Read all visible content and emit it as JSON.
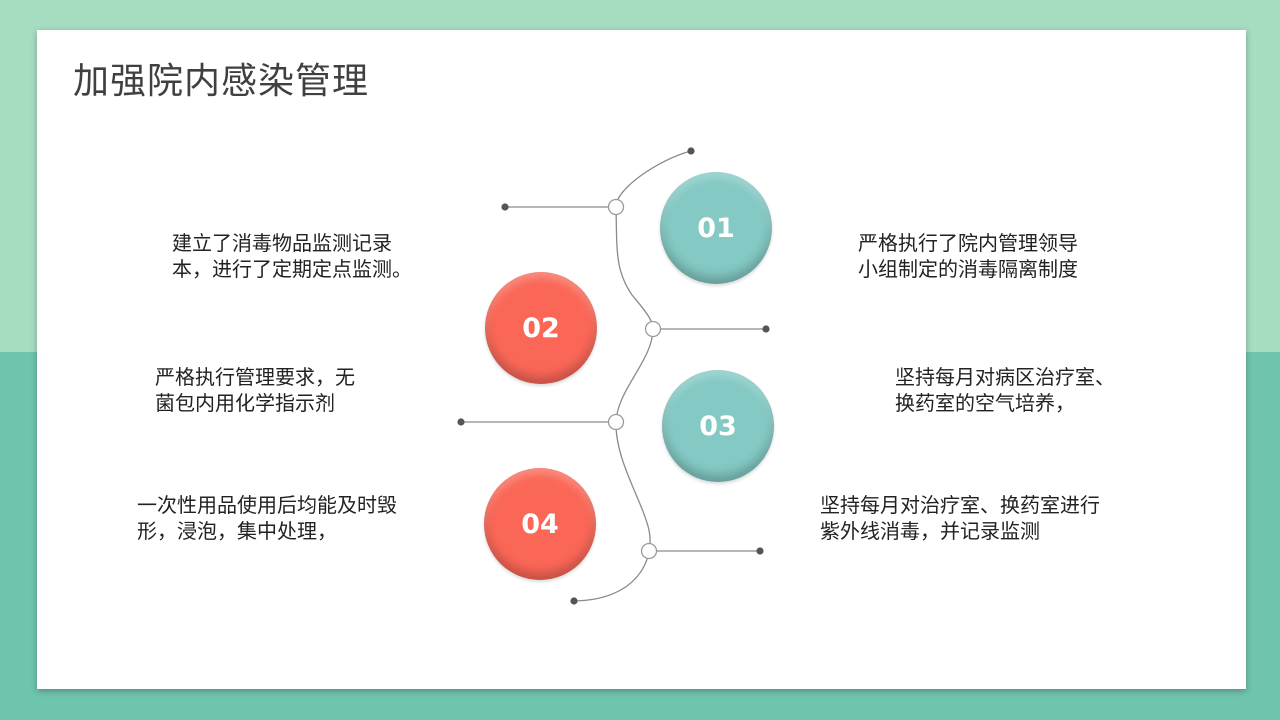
{
  "slide": {
    "title": "加强院内感染管理"
  },
  "colors": {
    "teal": "#84c9c4",
    "coral": "#fa6757",
    "top_band": "#a6dcc0",
    "bottom_band": "#6fc4ad",
    "line": "#7a7a7a"
  },
  "items": [
    {
      "number": "01",
      "color": "#84c9c4",
      "text_lines": [
        "严格执行了院内管理领导",
        "小组制定的消毒隔离制度"
      ]
    },
    {
      "number": "02",
      "color": "#fa6757",
      "text_lines": [
        "建立了消毒物品监测记录",
        "本，进行了定期定点监测。"
      ]
    },
    {
      "number": "03",
      "color": "#84c9c4",
      "text_lines": [
        "坚持每月对病区治疗室、",
        "换药室的空气培养，"
      ]
    },
    {
      "number": "04",
      "color": "#fa6757",
      "text_lines": [
        "一次性用品使用后均能及时毁",
        "形，浸泡，集中处理，"
      ]
    }
  ],
  "left_texts": [
    {
      "text_lines": [
        "严格执行管理要求，无",
        "菌包内用化学指示剂"
      ]
    }
  ]
}
